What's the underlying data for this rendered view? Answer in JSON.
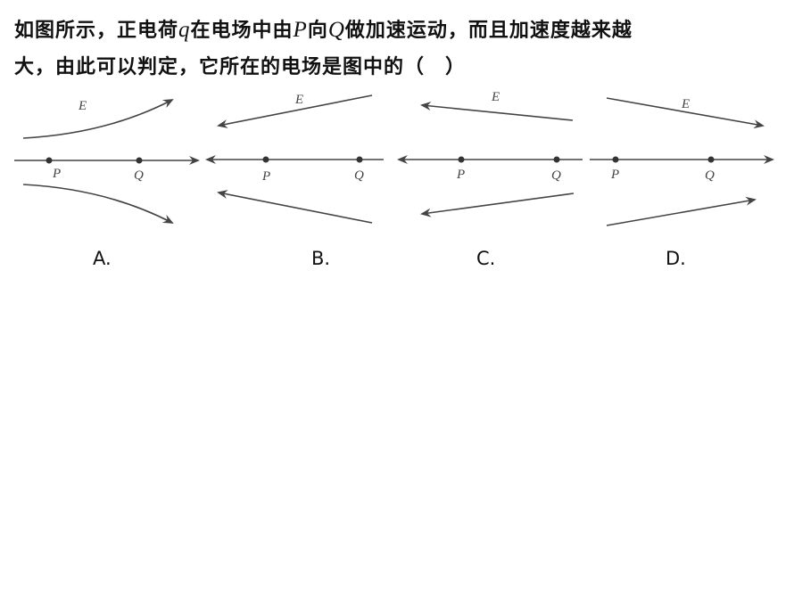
{
  "question": {
    "line1_a": "如图所示，正电荷",
    "var_q": "q",
    "line1_b": "在电场中由",
    "var_p": "P",
    "line1_c": "向",
    "var_Q": "Q",
    "line1_d": "做加速运动，而且加速度越来越",
    "line2": "大，由此可以判定，它所在的电场是图中的（　）"
  },
  "figure": {
    "field_label": "E",
    "point_p": "P",
    "point_q": "Q",
    "line_color": "#444444"
  },
  "options": [
    "A.",
    "B.",
    "C.",
    "D."
  ]
}
